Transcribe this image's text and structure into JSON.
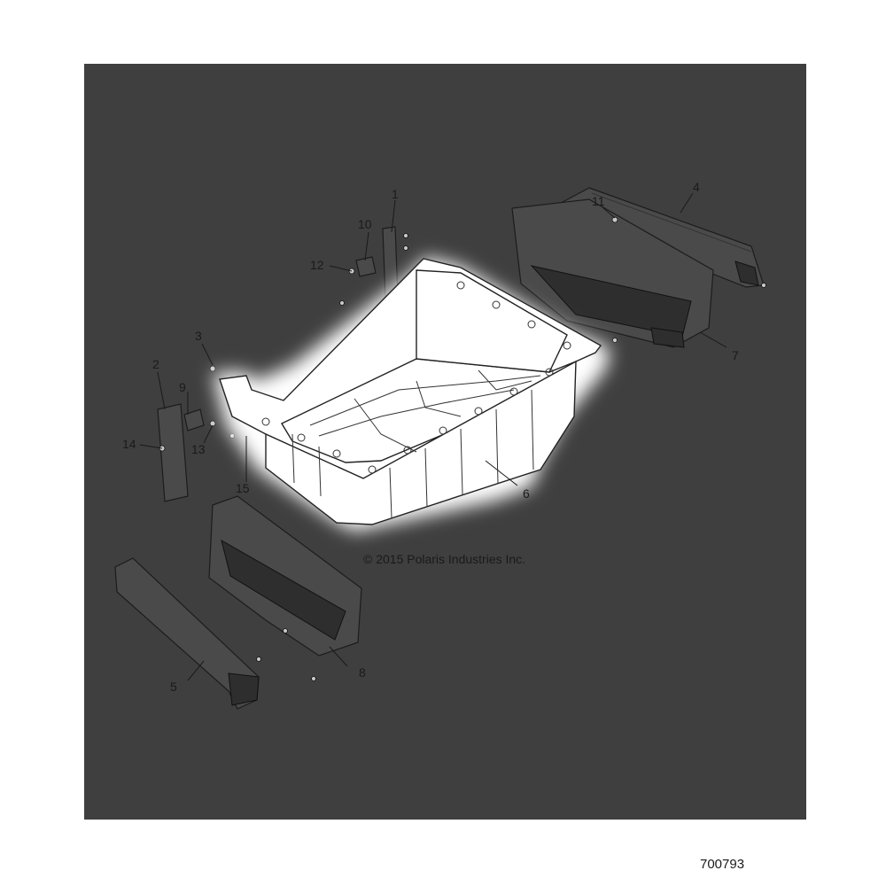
{
  "diagram": {
    "background_color": "#3f3f3f",
    "highlight_color": "#ffffff",
    "highlighted_part": "6",
    "callouts": [
      {
        "label": "1"
      },
      {
        "label": "2"
      },
      {
        "label": "3"
      },
      {
        "label": "4"
      },
      {
        "label": "5"
      },
      {
        "label": "6"
      },
      {
        "label": "7"
      },
      {
        "label": "8"
      },
      {
        "label": "9"
      },
      {
        "label": "10"
      },
      {
        "label": "11"
      },
      {
        "label": "12"
      },
      {
        "label": "13"
      },
      {
        "label": "14"
      },
      {
        "label": "15"
      }
    ],
    "copyright": "© 2015 Polaris Industries Inc.",
    "diagram_id": "700793"
  }
}
